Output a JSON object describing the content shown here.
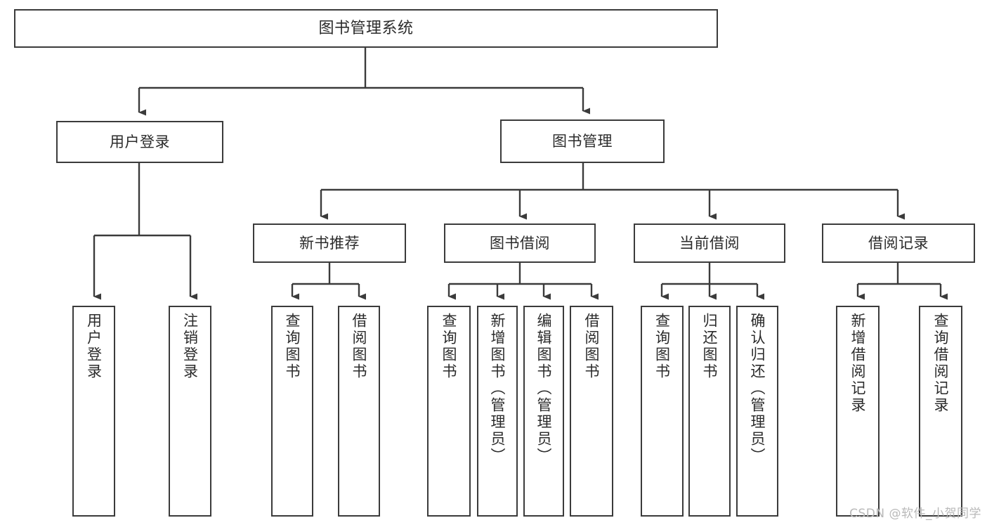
{
  "diagram": {
    "title": "图书管理系统",
    "type": "tree-hierarchy-diagram",
    "stroke_color": "#3b3b3b",
    "fill_color": "#ffffff",
    "text_color": "#2b2b2b"
  },
  "watermark": {
    "text": "CSDN @软件_小贺同学",
    "color": "#b9b9b9"
  },
  "nodes": {
    "root": {
      "label": "图书管理系统"
    },
    "level1": [
      {
        "id": "user-login",
        "label": "用户登录"
      },
      {
        "id": "book-manage",
        "label": "图书管理"
      }
    ],
    "level2": [
      {
        "id": "new-book-recommend",
        "label": "新书推荐"
      },
      {
        "id": "book-borrow",
        "label": "图书借阅"
      },
      {
        "id": "current-borrow",
        "label": "当前借阅"
      },
      {
        "id": "borrow-record",
        "label": "借阅记录"
      }
    ],
    "leaves": {
      "user-login": [
        {
          "id": "leaf-user-login",
          "label": "用户登录"
        },
        {
          "id": "leaf-user-logout",
          "label": "注销登录"
        }
      ],
      "new-book-recommend": [
        {
          "id": "leaf-query-book-1",
          "label": "查询图书"
        },
        {
          "id": "leaf-borrow-book-1",
          "label": "借阅图书"
        }
      ],
      "book-borrow": [
        {
          "id": "leaf-query-book-2",
          "label": "查询图书"
        },
        {
          "id": "leaf-add-book",
          "label": "新增图书（管理员）"
        },
        {
          "id": "leaf-edit-book",
          "label": "编辑图书（管理员）"
        },
        {
          "id": "leaf-borrow-book-2",
          "label": "借阅图书"
        }
      ],
      "current-borrow": [
        {
          "id": "leaf-query-book-3",
          "label": "查询图书"
        },
        {
          "id": "leaf-return-book",
          "label": "归还图书"
        },
        {
          "id": "leaf-confirm-return",
          "label": "确认归还（管理员）"
        }
      ],
      "borrow-record": [
        {
          "id": "leaf-add-record",
          "label": "新增借阅记录"
        },
        {
          "id": "leaf-query-record",
          "label": "查询借阅记录"
        }
      ]
    }
  }
}
